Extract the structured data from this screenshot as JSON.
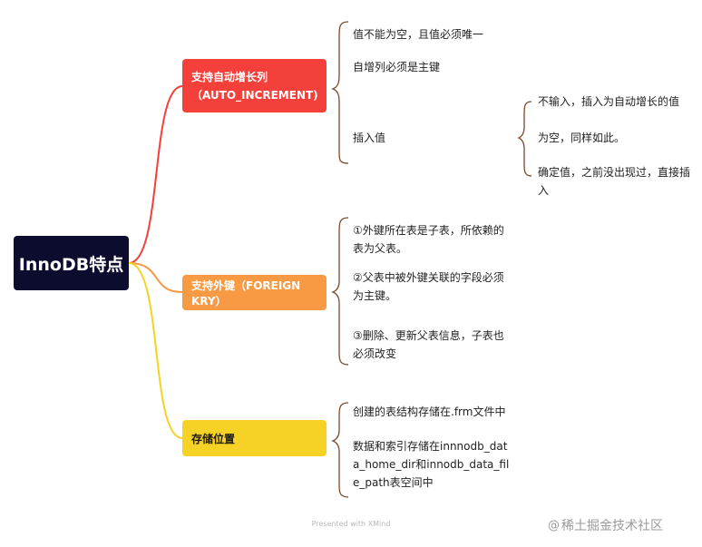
{
  "root": {
    "label": "InnoDB特点"
  },
  "branches": [
    {
      "label": "支持自动增长列（AUTO_INCREMENT)",
      "color": "#f4403a",
      "children": [
        {
          "text": "值不能为空，且值必须唯一"
        },
        {
          "text": "自增列必须是主键"
        },
        {
          "text": "插入值",
          "children": [
            {
              "text": "不输入，插入为自动增长的值"
            },
            {
              "text": "为空，同样如此。"
            },
            {
              "text": "确定值，之前没出现过，直接插入"
            }
          ]
        }
      ]
    },
    {
      "label": "支持外键（FOREIGN KRY）",
      "color": "#f79a43",
      "children": [
        {
          "text": "①外键所在表是子表，所依赖的表为父表。"
        },
        {
          "text": "②父表中被外键关联的字段必须为主键。"
        },
        {
          "text": "③删除、更新父表信息，子表也必须改变"
        }
      ]
    },
    {
      "label": "存储位置",
      "color": "#f5d225",
      "children": [
        {
          "text": "创建的表结构存储在.frm文件中"
        },
        {
          "text": "数据和索引存储在innnodb_data_home_dir和innodb_data_file_path表空间中"
        }
      ]
    }
  ],
  "footer": "Presented with XMind",
  "watermark": "稀土掘金技术社区",
  "brace_color": "#7a4a2a"
}
